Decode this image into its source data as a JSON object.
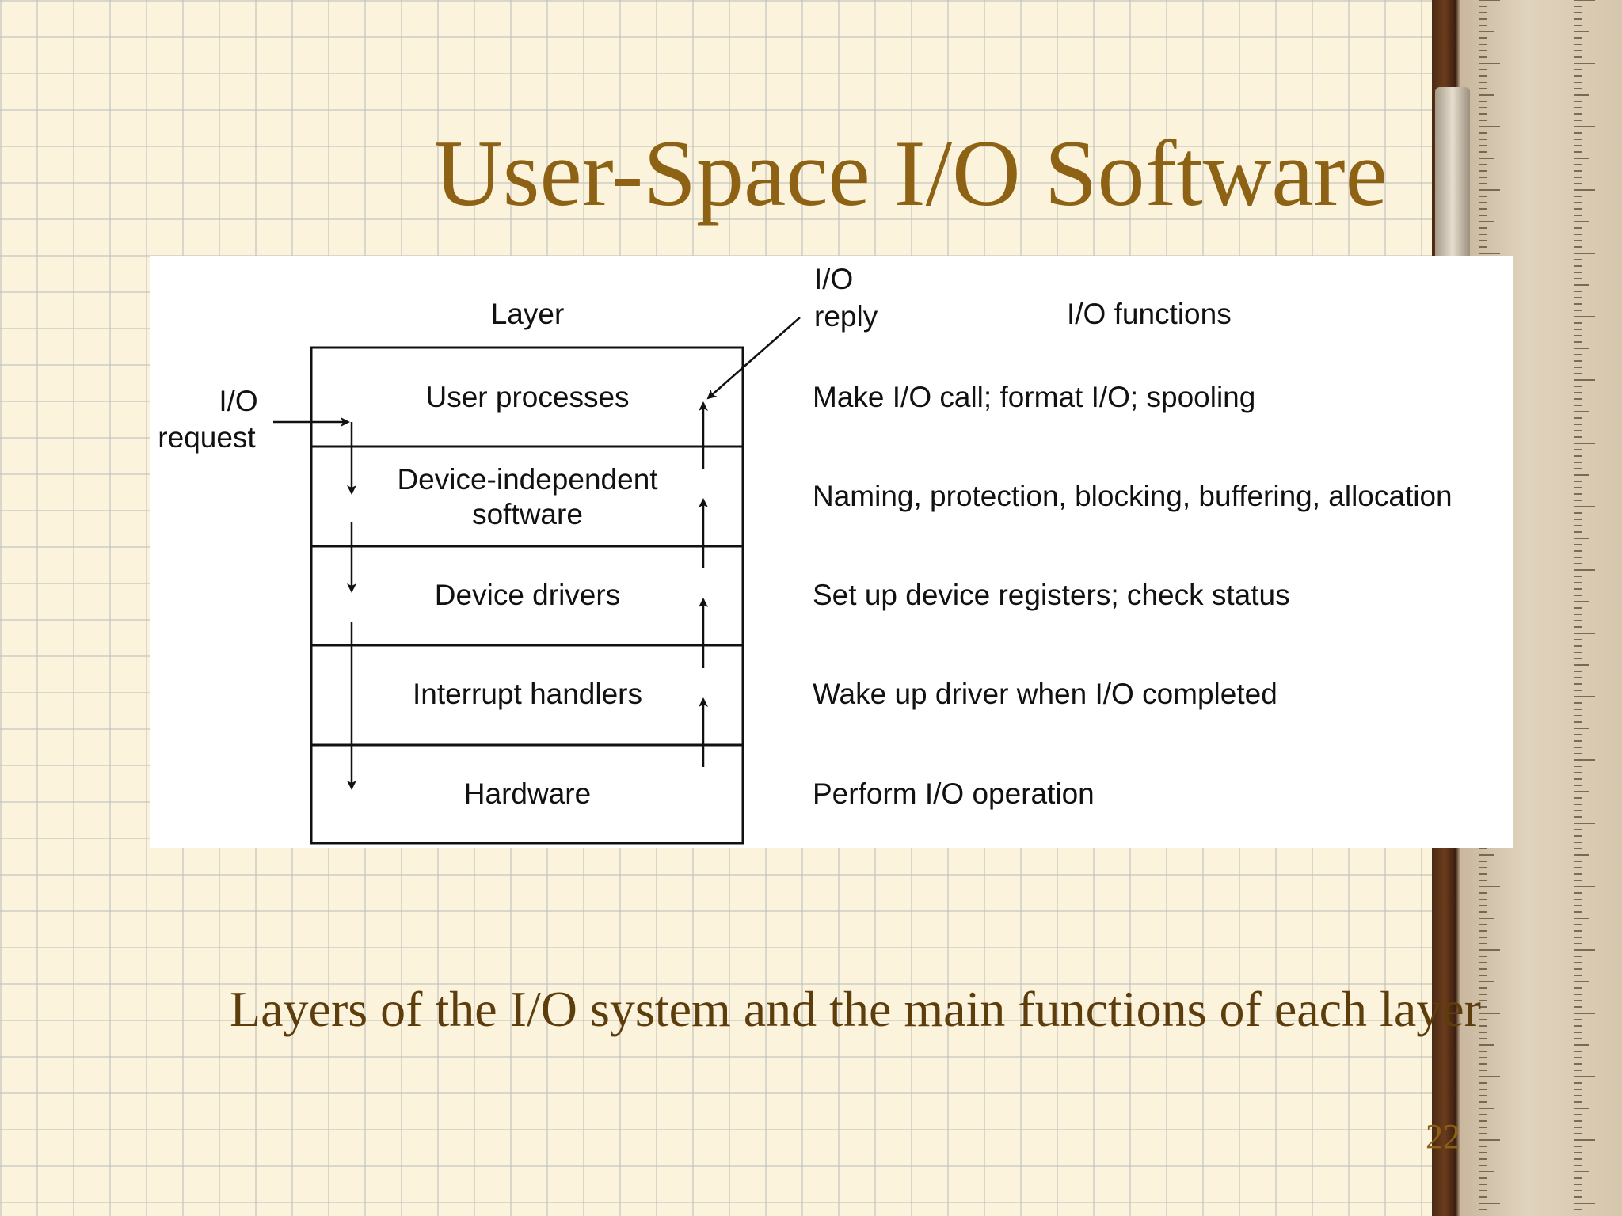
{
  "slide": {
    "title": "User-Space I/O Software",
    "caption": "Layers of the I/O system and the main functions of each layer",
    "page_number": "22"
  },
  "diagram": {
    "layer_header": "Layer",
    "functions_header": "I/O functions",
    "io_reply": [
      "I/O",
      "reply"
    ],
    "io_request": [
      "I/O",
      "request"
    ],
    "layers": [
      {
        "name": [
          "User processes"
        ],
        "function": "Make I/O call; format I/O; spooling"
      },
      {
        "name": [
          "Device-independent",
          "software"
        ],
        "function": "Naming, protection, blocking, buffering, allocation"
      },
      {
        "name": [
          "Device drivers"
        ],
        "function": "Set up device registers; check status"
      },
      {
        "name": [
          "Interrupt handlers"
        ],
        "function": "Wake up driver when I/O completed"
      },
      {
        "name": [
          "Hardware"
        ],
        "function": "Perform I/O operation"
      }
    ]
  },
  "colors": {
    "title": "#8d6215",
    "caption": "#5e3d0d",
    "background": "#fbf3dc",
    "grid": "#bebebe",
    "line": "#111111"
  }
}
